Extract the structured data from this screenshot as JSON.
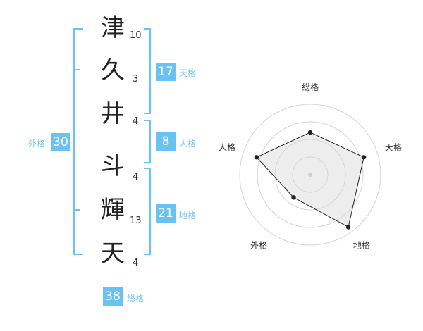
{
  "name": {
    "chars": [
      {
        "char": "津",
        "strokes": "10"
      },
      {
        "char": "久",
        "strokes": "3"
      },
      {
        "char": "井",
        "strokes": "4"
      },
      {
        "char": "斗",
        "strokes": "4"
      },
      {
        "char": "輝",
        "strokes": "13"
      },
      {
        "char": "天",
        "strokes": "4"
      }
    ]
  },
  "kaku": {
    "tenkaku": {
      "value": "17",
      "label": "天格"
    },
    "jinkaku": {
      "value": "8",
      "label": "人格"
    },
    "chikaku": {
      "value": "21",
      "label": "地格"
    },
    "gaikaku": {
      "value": "30",
      "label": "外格"
    },
    "soukaku": {
      "value": "38",
      "label": "総格"
    }
  },
  "chart_data": {
    "type": "radar",
    "axes": [
      "総格",
      "天格",
      "地格",
      "外格",
      "人格"
    ],
    "values": [
      0.6,
      0.8,
      0.92,
      0.4,
      0.8
    ],
    "max": 1,
    "rings": 4
  }
}
